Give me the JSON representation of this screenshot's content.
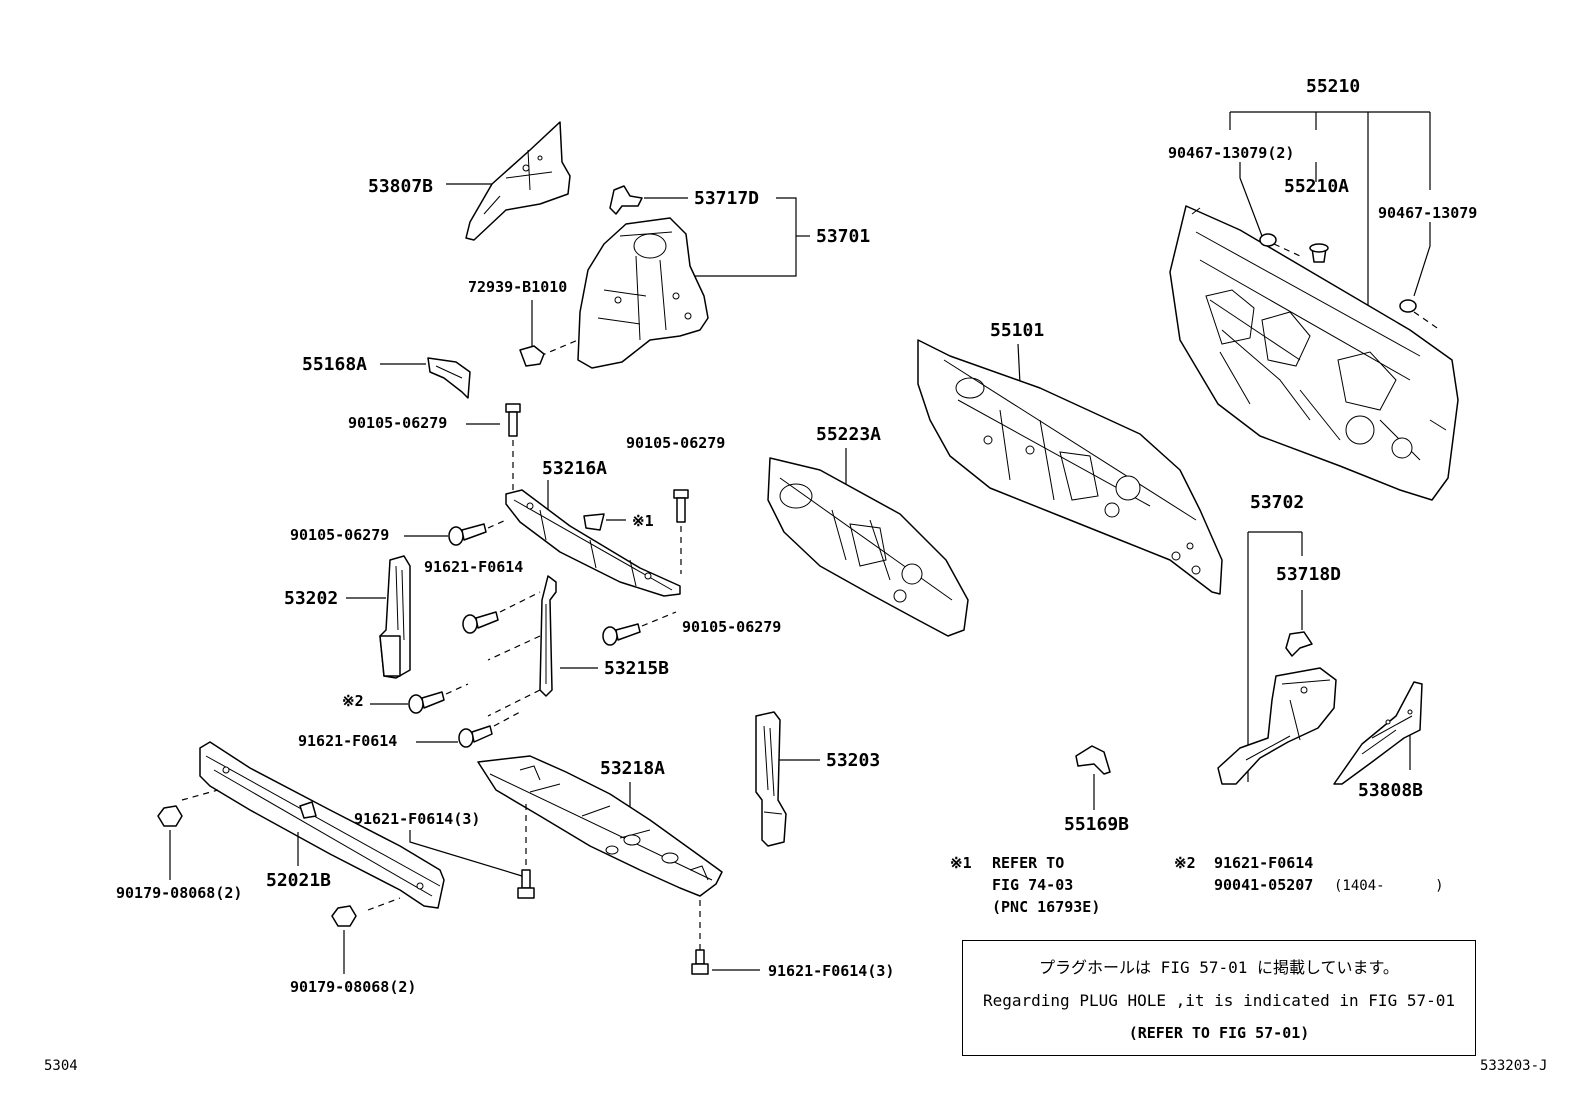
{
  "parts": {
    "p55210": "55210",
    "p90467_13079_2": "90467-13079(2)",
    "p55210A": "55210A",
    "p90467_13079": "90467-13079",
    "p53807B": "53807B",
    "p53717D": "53717D",
    "p53701": "53701",
    "p72939": "72939-B1010",
    "p55168A": "55168A",
    "p90105_a": "90105-06279",
    "p90105_b": "90105-06279",
    "p90105_c": "90105-06279",
    "p90105_d": "90105-06279",
    "p53216A": "53216A",
    "ref1_mark": "※1",
    "p91621_a": "91621-F0614",
    "p53202": "53202",
    "p53215B": "53215B",
    "ref2_mark": "※2",
    "p91621_b": "91621-F0614",
    "p55101": "55101",
    "p55223A": "55223A",
    "p53702": "53702",
    "p53718D": "53718D",
    "p53203": "53203",
    "p53218A": "53218A",
    "p91621_c": "91621-F0614(3)",
    "p91621_d": "91621-F0614(3)",
    "p90179_a": "90179-08068(2)",
    "p52021B": "52021B",
    "p90179_b": "90179-08068(2)",
    "p55169B": "55169B",
    "p53808B": "53808B"
  },
  "footnotes": {
    "note1_mark": "※1",
    "note1_line1": "REFER TO",
    "note1_line2": "FIG 74-03",
    "note1_line3": "(PNC 16793E)",
    "note2_mark": "※2",
    "note2_line1": "91621-F0614",
    "note2_line2": "90041-05207",
    "note2_range": "(1404-      )"
  },
  "info_box": {
    "japanese": "プラグホールは FIG 57-01 に掲載しています。",
    "english": "Regarding PLUG HOLE ,it is indicated in FIG 57-01",
    "refer": "(REFER TO FIG 57-01)"
  },
  "page_ref_left": "5304",
  "page_ref_right": "533203-J"
}
